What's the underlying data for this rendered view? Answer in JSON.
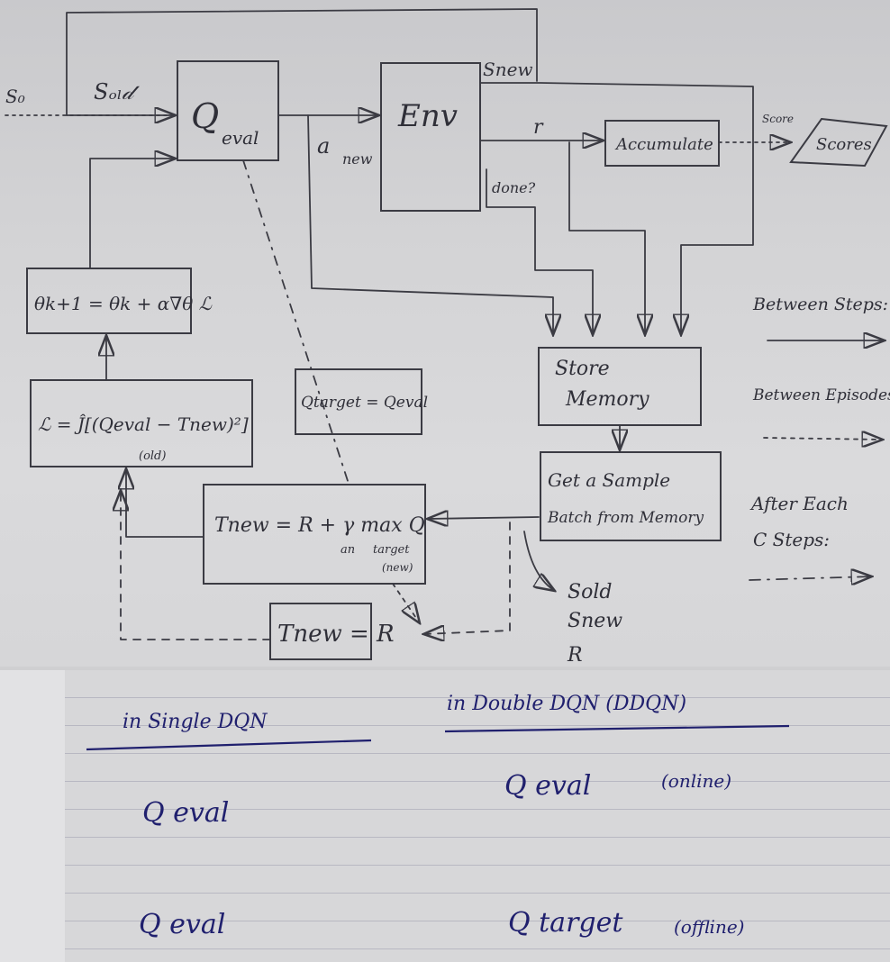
{
  "diagram": {
    "s0": "S₀",
    "s_old": "Sₒₗ𝒹",
    "q_eval": "Q",
    "q_eval_sub": "eval",
    "env": "Env",
    "s_new": "Snew",
    "a_new": "a",
    "a_new_sub": "new",
    "r": "r",
    "done": "done?",
    "accumulate": "Accumulate",
    "score_label": "Score",
    "scores": "Scores",
    "theta_update": "θk+1 = θk + α∇θ ℒ",
    "loss": "ℒ = Ĵ[(Qeval − Tnew)²]",
    "loss_sub": "(old)",
    "q_target_copy": "Qtarget = Qeval",
    "store_memory_1": "Store",
    "store_memory_2": "Memory",
    "sample_1": "Get a Sample",
    "sample_2": "Batch from Memory",
    "t_new_main": "Tnew = R + γ max Q",
    "t_new_sub_a": "an",
    "t_new_sub_target": "target",
    "t_new_sub_new": "(new)",
    "t_terminal": "Tnew = R",
    "batch_s_old": "Sold",
    "batch_s_new": "Snew",
    "batch_r": "R"
  },
  "legend": {
    "between_steps": "Between Steps:",
    "between_episodes": "Between Episodes:",
    "after_each": "After Each",
    "c_steps": "C Steps:"
  },
  "table": {
    "col1_header": "in Single DQN",
    "col2_header": "in Double DQN (DDQN)",
    "row1_col1": "Q eval",
    "row1_col2": "Q eval",
    "row1_col2_note": "(online)",
    "row2_col1": "Q eval",
    "row2_col2": "Q target",
    "row2_col2_note": "(offline)"
  },
  "colors": {
    "ink": "#3b3b43",
    "blue_ink": "#20206e",
    "paper": "#d6d6d8"
  }
}
